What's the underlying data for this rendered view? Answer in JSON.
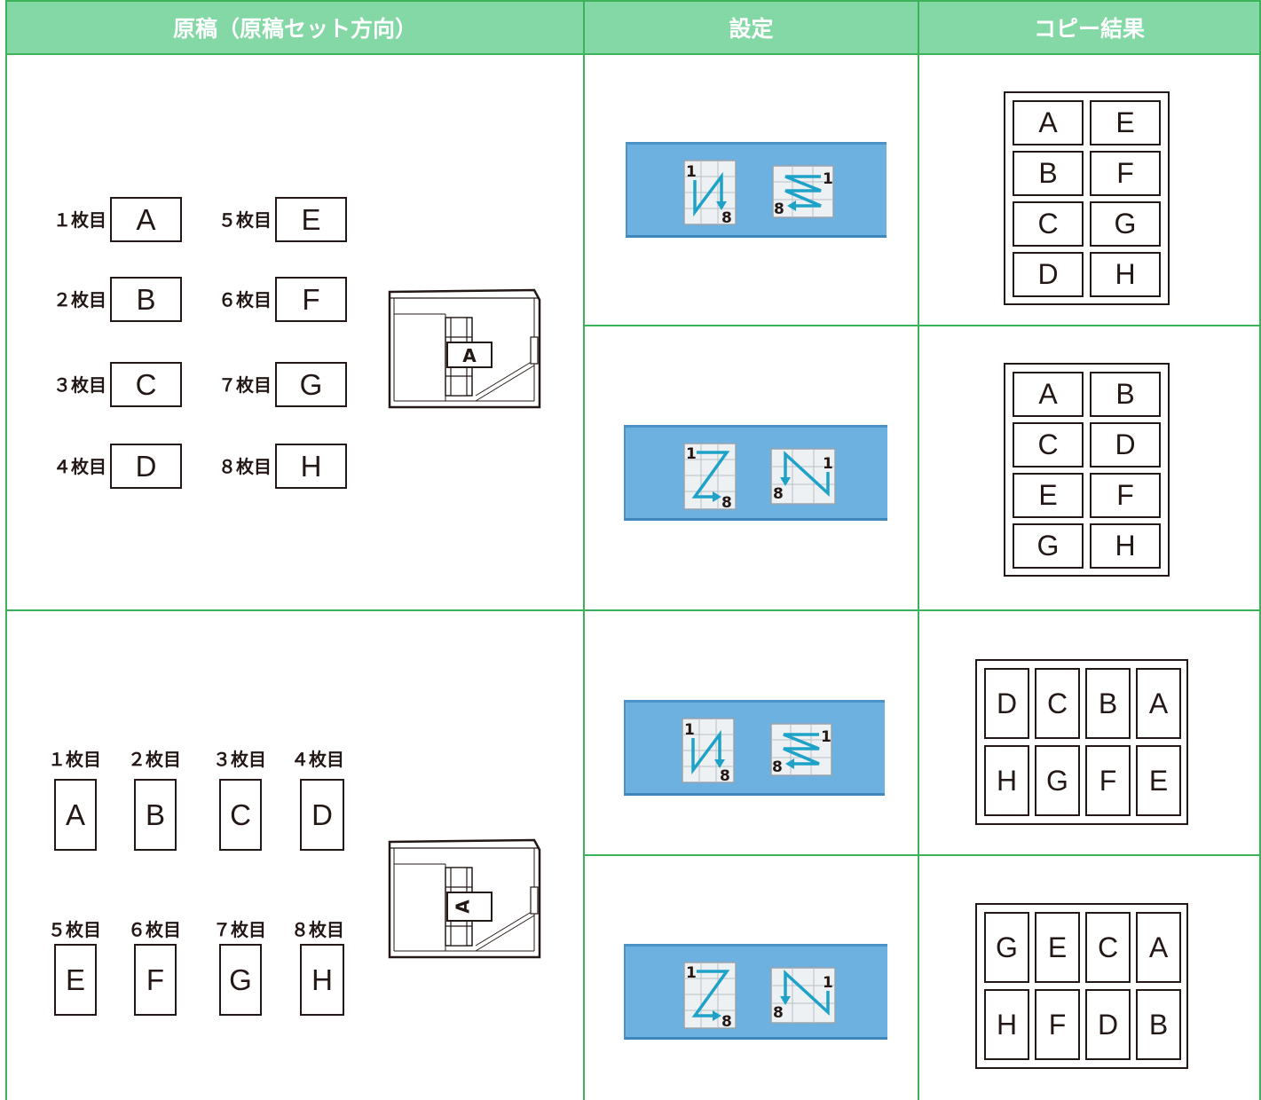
{
  "header": {
    "col1": "原稿（原稿セット方向）",
    "col2": "設定",
    "col3": "コピー結果"
  },
  "section1": {
    "originals": [
      {
        "label": "１枚目",
        "letter": "A"
      },
      {
        "label": "２枚目",
        "letter": "B"
      },
      {
        "label": "３枚目",
        "letter": "C"
      },
      {
        "label": "４枚目",
        "letter": "D"
      },
      {
        "label": "５枚目",
        "letter": "E"
      },
      {
        "label": "６枚目",
        "letter": "F"
      },
      {
        "label": "７枚目",
        "letter": "G"
      },
      {
        "label": "８枚目",
        "letter": "H"
      }
    ],
    "scanner_letter": "A",
    "settings": [
      {
        "icon_a": "n-order-icon",
        "icon_b": "reverse-z-order-icon",
        "result": [
          [
            "A",
            "E"
          ],
          [
            "B",
            "F"
          ],
          [
            "C",
            "G"
          ],
          [
            "D",
            "H"
          ]
        ]
      },
      {
        "icon_a": "z-order-icon",
        "icon_b": "reverse-n-order-icon",
        "result": [
          [
            "A",
            "B"
          ],
          [
            "C",
            "D"
          ],
          [
            "E",
            "F"
          ],
          [
            "G",
            "H"
          ]
        ]
      }
    ]
  },
  "section2": {
    "originals": [
      {
        "label": "１枚目",
        "letter": "A"
      },
      {
        "label": "２枚目",
        "letter": "B"
      },
      {
        "label": "３枚目",
        "letter": "C"
      },
      {
        "label": "４枚目",
        "letter": "D"
      },
      {
        "label": "５枚目",
        "letter": "E"
      },
      {
        "label": "６枚目",
        "letter": "F"
      },
      {
        "label": "７枚目",
        "letter": "G"
      },
      {
        "label": "８枚目",
        "letter": "H"
      }
    ],
    "scanner_letter": "A",
    "settings": [
      {
        "icon_a": "n-order-icon",
        "icon_b": "reverse-z-order-icon",
        "result": [
          [
            "D",
            "C",
            "B",
            "A"
          ],
          [
            "H",
            "G",
            "F",
            "E"
          ]
        ]
      },
      {
        "icon_a": "z-order-icon",
        "icon_b": "reverse-n-order-icon",
        "result": [
          [
            "G",
            "E",
            "C",
            "A"
          ],
          [
            "H",
            "F",
            "D",
            "B"
          ]
        ]
      }
    ]
  },
  "icon_digits": {
    "one": "1",
    "eight": "8"
  },
  "colors": {
    "grid": "#3cb35a",
    "header_bg": "#83d8a6",
    "button_bg": "#6cb1e0",
    "arrow": "#1ea2c8"
  }
}
